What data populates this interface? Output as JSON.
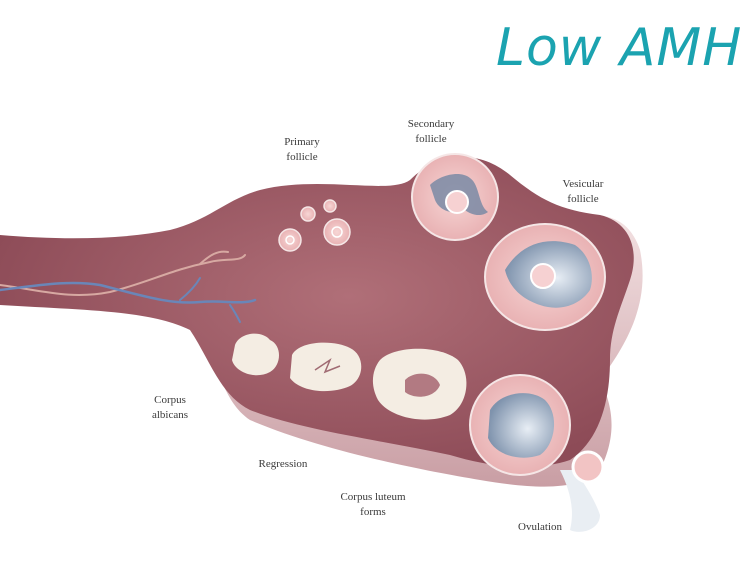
{
  "title": "Low AMH",
  "colors": {
    "title": "#1ba3b0",
    "ovary_body": "#9e5b66",
    "ovary_edge": "#e8c9cc",
    "follicle_fill": "#f1c5c4",
    "antrum": "#8e9fb6",
    "corpus": "#f4ede3",
    "vessel_blue": "#6a86b8",
    "vessel_pink": "#d7a9a2"
  },
  "labels": {
    "primary_follicle": [
      "Primary",
      "follicle"
    ],
    "secondary_follicle": [
      "Secondary",
      "follicle"
    ],
    "vesicular_follicle": [
      "Vesicular",
      "follicle"
    ],
    "corpus_albicans": [
      "Corpus",
      "albicans"
    ],
    "regression": [
      "Regression"
    ],
    "corpus_luteum_forms": [
      "Corpus luteum",
      "forms"
    ],
    "ovulation": [
      "Ovulation"
    ]
  }
}
